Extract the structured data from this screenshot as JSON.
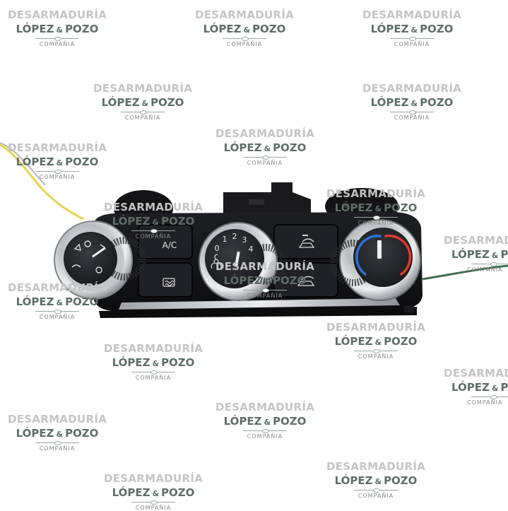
{
  "panel": {
    "ac_label": "A/C",
    "fan_speeds": [
      "0",
      "1",
      "2",
      "3",
      "4"
    ]
  },
  "watermark": {
    "line1": "DESARMADURÍA",
    "line2a": "LÓPEZ",
    "amp": "&",
    "line2b": "POZO",
    "line3": "COMPAÑIA"
  },
  "colors": {
    "panel_body": "#151517",
    "chrome": "#c9cbcd",
    "knob_face": "#2a2b2e",
    "temp_cold": "#2f6fd6",
    "temp_hot": "#e0392f",
    "wire_yellow": "#e8d34a",
    "wire_green": "#3f6b52"
  },
  "icons": [
    "mode-selector-icons",
    "fan-icon",
    "rear-defrost-icon",
    "air-recirculation-icon",
    "fresh-air-icon",
    "temperature-scale"
  ]
}
